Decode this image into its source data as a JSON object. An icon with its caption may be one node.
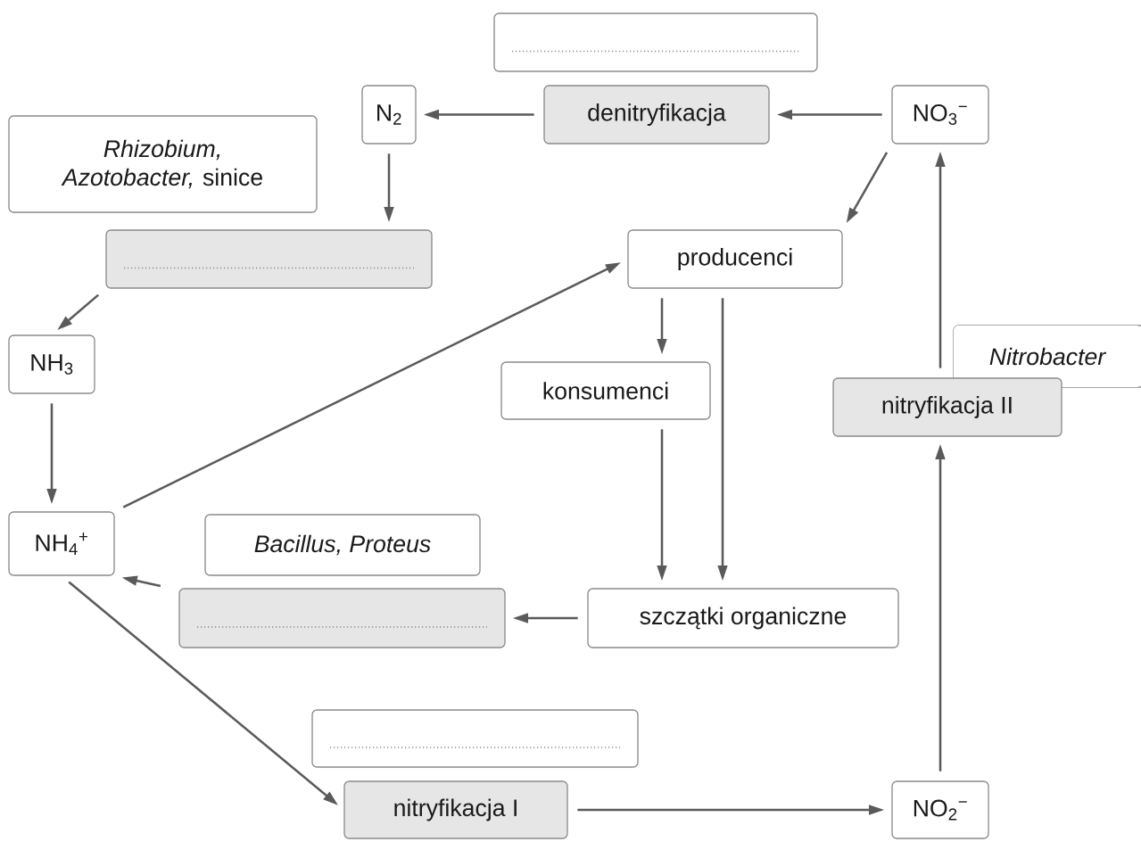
{
  "diagram": {
    "nodes": [
      {
        "text": [],
        "shape": "box"
      },
      {
        "text": [
          "N$_{2}$"
        ]
      },
      {
        "text": [
          "denitryfikacja"
        ]
      },
      {
        "text": [
          "NO$_{3}$$^{−}$"
        ]
      },
      {
        "text": [
          "*Rhizobium,* *Azotobacter,* sinice"
        ]
      },
      {
        "text": [],
        "shape": "box"
      },
      {
        "text": [
          "producenci"
        ]
      },
      {
        "text": [
          "NH$_{3}$"
        ]
      },
      {
        "text": [
          "Nitrobacter"
        ]
      },
      {
        "text": [
          "konsumenci"
        ]
      },
      {
        "text": [
          "nitryfikacja II"
        ]
      },
      {
        "text": [
          "NH$_{4}$$^{+}$"
        ]
      },
      {
        "text": [
          "Bacillus, Proteus"
        ]
      },
      {
        "text": [],
        "shape": "box"
      },
      {
        "text": [
          "szczątki organiczne"
        ]
      },
      {
        "text": [],
        "shape": "box"
      },
      {
        "text": [
          "nitryfikacja I"
        ]
      },
      {
        "text": [
          "NO$_{2}$$^{−}$"
        ]
      }
    ],
    "edges": [
      {
        "from": 3,
        "to": 2,
        "arrow": "to"
      },
      {
        "from": 2,
        "to": 1,
        "arrow": "to"
      },
      {
        "from": 1,
        "to": 5,
        "arrow": "to"
      },
      {
        "from": 3,
        "to": 6,
        "arrow": "to"
      },
      {
        "from": 5,
        "to": 7,
        "arrow": "to"
      },
      {
        "from": 7,
        "to": 11,
        "arrow": "to"
      },
      {
        "from": 11,
        "to": 6,
        "arrow": "to"
      },
      {
        "from": 6,
        "to": 9,
        "arrow": "to"
      },
      {
        "from": 6,
        "to": 14,
        "arrow": "to"
      },
      {
        "from": 9,
        "to": 14,
        "arrow": "to"
      },
      {
        "from": 14,
        "to": 13,
        "arrow": "to"
      },
      {
        "from": 13,
        "to": 11,
        "arrow": "to"
      },
      {
        "from": 11,
        "to": 16,
        "arrow": "to"
      },
      {
        "from": 16,
        "to": 17,
        "arrow": "to"
      },
      {
        "from": 17,
        "to": 10,
        "arrow": "to"
      },
      {
        "from": 10,
        "to": 3,
        "arrow": "to"
      }
    ]
  }
}
